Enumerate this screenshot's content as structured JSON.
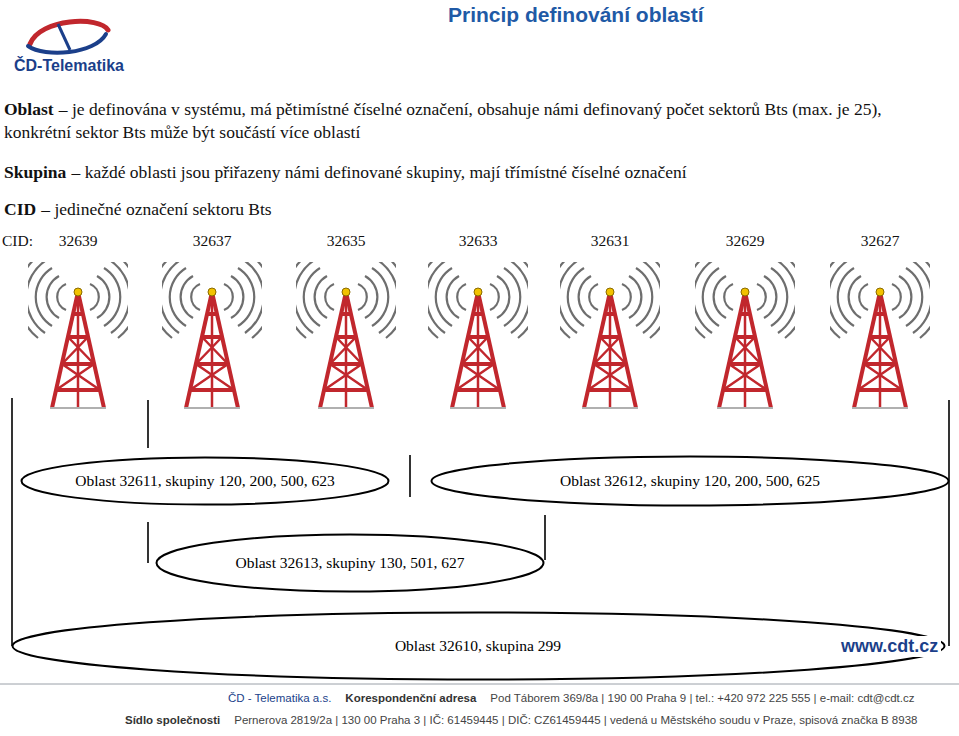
{
  "diagram": {
    "title": "Princip definování oblastí",
    "nodes": [
      {
        "text": [
          "Oblast 32611, skupiny 120, 200, 500, 623"
        ]
      },
      {
        "text": [
          "Oblast 32612, skupiny 120, 200, 500, 625"
        ]
      },
      {
        "text": [
          "Oblast 32613, skupiny 130, 501, 627"
        ]
      },
      {
        "text": [
          "Oblast 32610, skupina 299"
        ]
      }
    ],
    "labels": [
      "ČD-Telematika",
      "Oblast",
      "– je definována v systému, má pětimístné číselné označení, obsahuje námi definovaný počet sektorů Bts (max. je 25), konkrétní sektor Bts může být součástí více oblastí",
      "Skupina",
      "– každé oblasti jsou přiřazeny námi definované skupiny, mají třímístné číselné označení",
      "CID",
      "– jedinečné označení sektoru Bts",
      "CID:",
      "32639",
      "32637",
      "32635",
      "32633",
      "32631",
      "32629",
      "32627",
      "www.cdt.cz",
      "ČD - Telematika a.s.",
      "Korespondenční adresa",
      "Pod Táborem 369/8a | 190 00 Praha 9 | tel.: +420 972 225 555 | e-mail: cdt@cdt.cz",
      "Sídlo společnosti",
      "Pernerova 2819/2a | 130 00 Praha 3 | IČ: 61459445 | DIČ: CZ61459445 | vedená u Městského soudu v Praze, spisová značka B 8938"
    ]
  }
}
